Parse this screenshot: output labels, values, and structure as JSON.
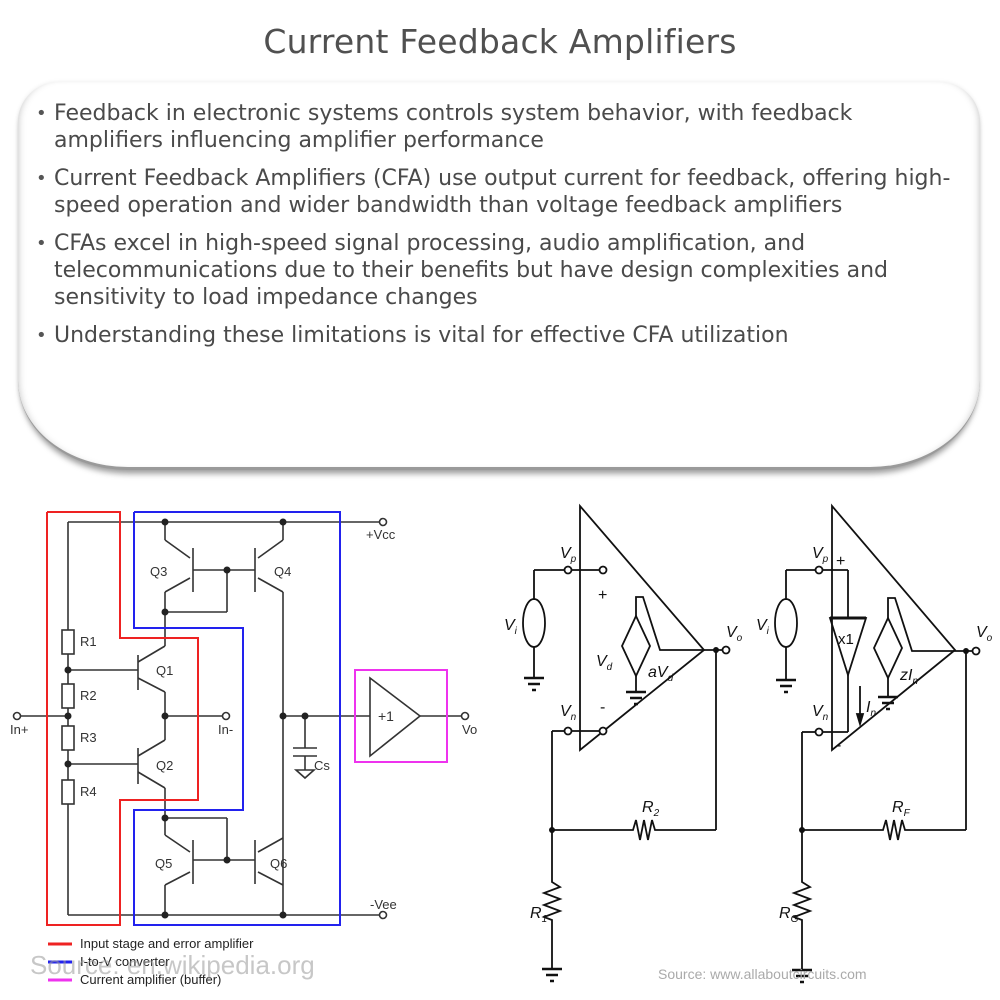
{
  "title": "Current Feedback Amplifiers",
  "bullets": [
    "Feedback in electronic systems controls system behavior, with feedback amplifiers influencing amplifier performance",
    "Current Feedback Amplifiers (CFA) use output current for feedback, offering high-speed operation and wider bandwidth than voltage feedback amplifiers",
    "CFAs excel in high-speed signal processing, audio amplification, and telecommunications due to their benefits but have design complexities and sensitivity to load impedance changes",
    "Understanding these limitations is vital for effective CFA utilization"
  ],
  "left_circuit": {
    "labels": {
      "vcc": "+Vcc",
      "vee": "-Vee",
      "q1": "Q1",
      "q2": "Q2",
      "q3": "Q3",
      "q4": "Q4",
      "q5": "Q5",
      "q6": "Q6",
      "r1": "R1",
      "r2": "R2",
      "r3": "R3",
      "r4": "R4",
      "in_plus": "In+",
      "in_minus": "In-",
      "cs": "Cs",
      "vo": "Vo",
      "buffer_gain": "+1"
    },
    "legend": [
      {
        "label": "Input stage and error amplifier",
        "color": "#ee2222"
      },
      {
        "label": "I-to-V converter",
        "color": "#2222ee"
      },
      {
        "label": "Current amplifier (buffer)",
        "color": "#ee33ee"
      }
    ],
    "source": "Source: en.wikipedia.org"
  },
  "vfa_circuit": {
    "labels": {
      "vp": "V",
      "vp_sub": "p",
      "vn": "V",
      "vn_sub": "n",
      "vi": "V",
      "vi_sub": "i",
      "vd": "V",
      "vd_sub": "d",
      "gain": "aV",
      "gain_sub": "d",
      "vo": "V",
      "vo_sub": "o",
      "r1": "R",
      "r1_sub": "1",
      "r2": "R",
      "r2_sub": "2",
      "plus": "+",
      "minus": "-"
    }
  },
  "cfa_circuit": {
    "labels": {
      "vp": "V",
      "vp_sub": "p",
      "vn": "V",
      "vn_sub": "n",
      "vi": "V",
      "vi_sub": "i",
      "buffer": "x1",
      "in": "I",
      "in_sub": "n",
      "gain": "zI",
      "gain_sub": "n",
      "vo": "V",
      "vo_sub": "o",
      "rg": "R",
      "rg_sub": "G",
      "rf": "R",
      "rf_sub": "F",
      "plus": "+",
      "minus": "-"
    }
  },
  "right_source": "Source: www.allaboutcircuits.com"
}
